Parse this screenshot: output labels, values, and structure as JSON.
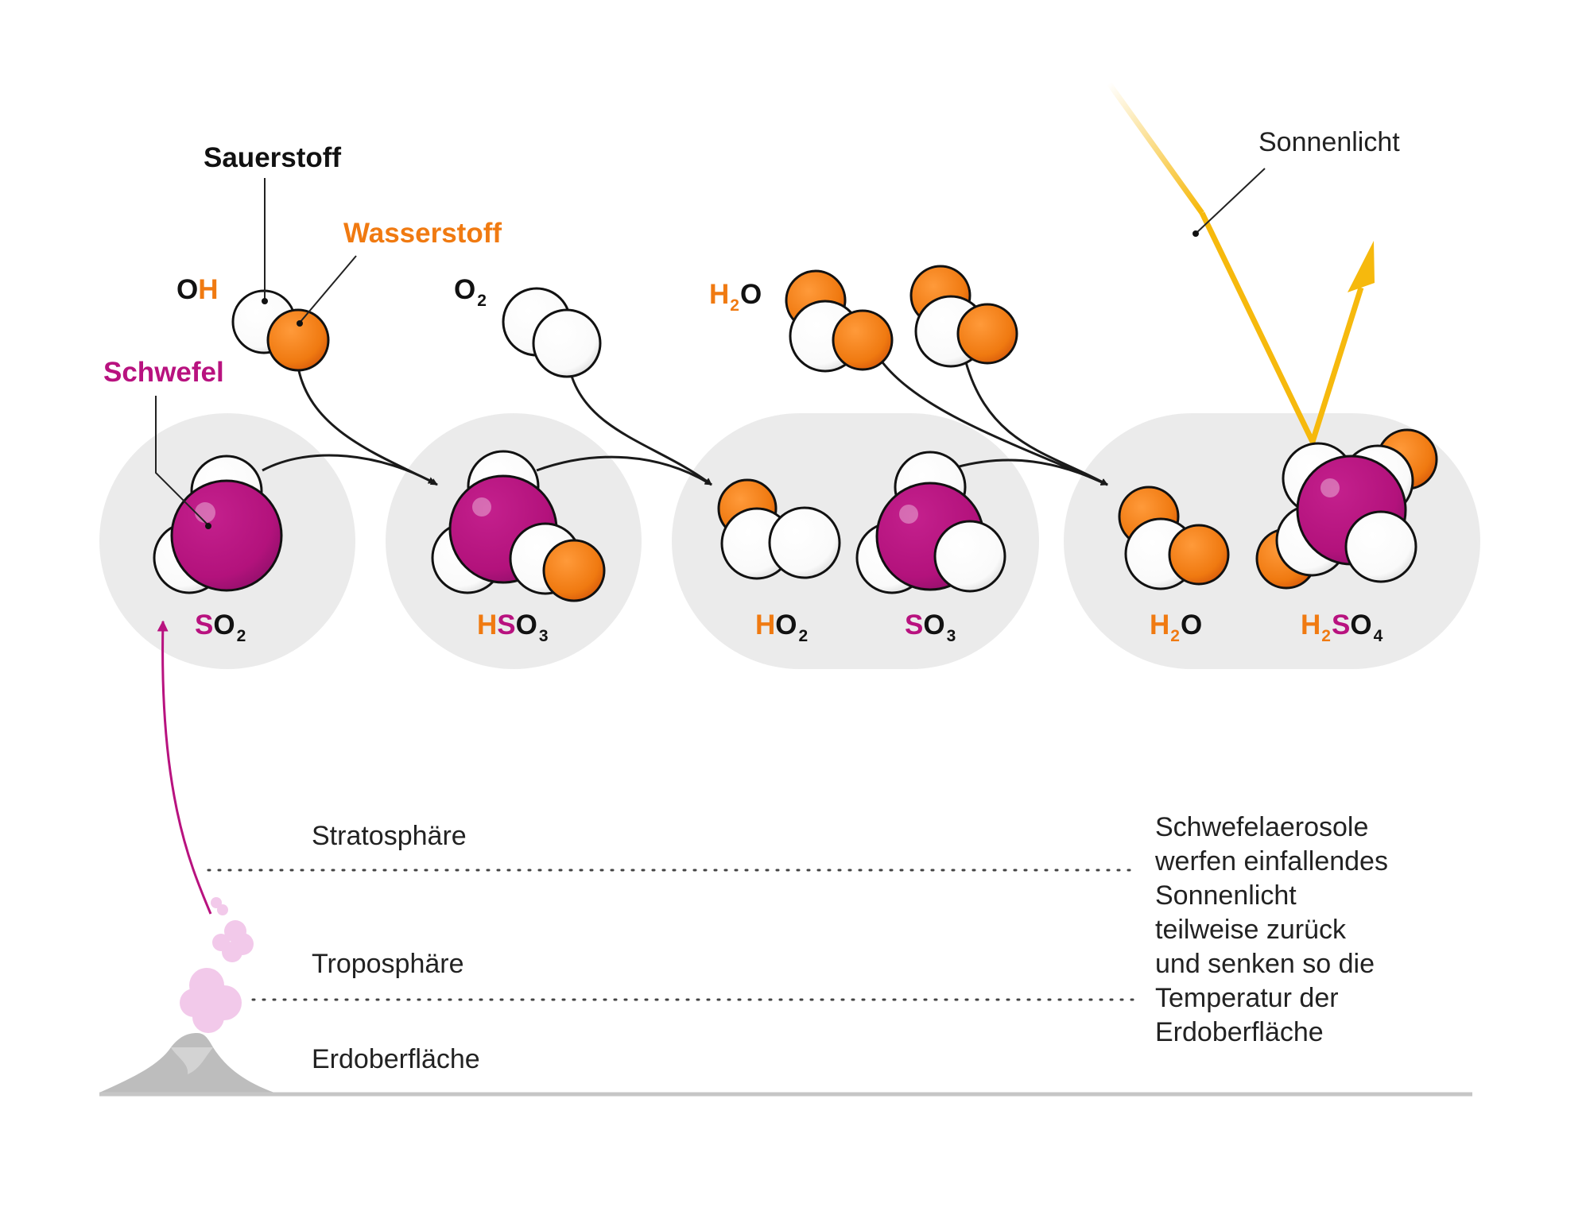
{
  "colors": {
    "sulfur": "#b8127f",
    "hydrogen": "#f07a11",
    "oxygen": "#ffffff",
    "text": "#222222",
    "bubble": "#ebebeb",
    "sunlight": "#f6b90d",
    "plume": "#f2c9ea",
    "volcano": "#bdbdbd"
  },
  "element_keys": {
    "oxygen": "Sauerstoff",
    "hydrogen": "Wasserstoff",
    "sulfur": "Schwefel"
  },
  "sunlight_label": "Sonnenlicht",
  "reactant_labels": {
    "oh": {
      "o": "O",
      "h": "H"
    },
    "o2": {
      "o": "O",
      "n": "2"
    },
    "h2o": {
      "h": "H",
      "n": "2",
      "o": "O"
    }
  },
  "products": {
    "so2": {
      "s": "S",
      "o": "O",
      "n": "2"
    },
    "hso3": {
      "h": "H",
      "s": "S",
      "o": "O",
      "n": "3"
    },
    "ho2": {
      "h": "H",
      "o": "O",
      "n": "2"
    },
    "so3": {
      "s": "S",
      "o": "O",
      "n": "3"
    },
    "h2o": {
      "h": "H",
      "n": "2",
      "o": "O"
    },
    "h2so4": {
      "h": "H",
      "n1": "2",
      "s": "S",
      "o": "O",
      "n2": "4"
    }
  },
  "layers": {
    "stratosphere": "Stratosphäre",
    "troposphere": "Troposphäre",
    "surface": "Erdoberfläche"
  },
  "explanation_lines": [
    "Schwefelaerosole",
    "werfen einfallendes",
    "Sonnenlicht",
    "teilweise zurück",
    "und senken so die",
    "Temperatur der",
    "Erdoberfläche"
  ]
}
